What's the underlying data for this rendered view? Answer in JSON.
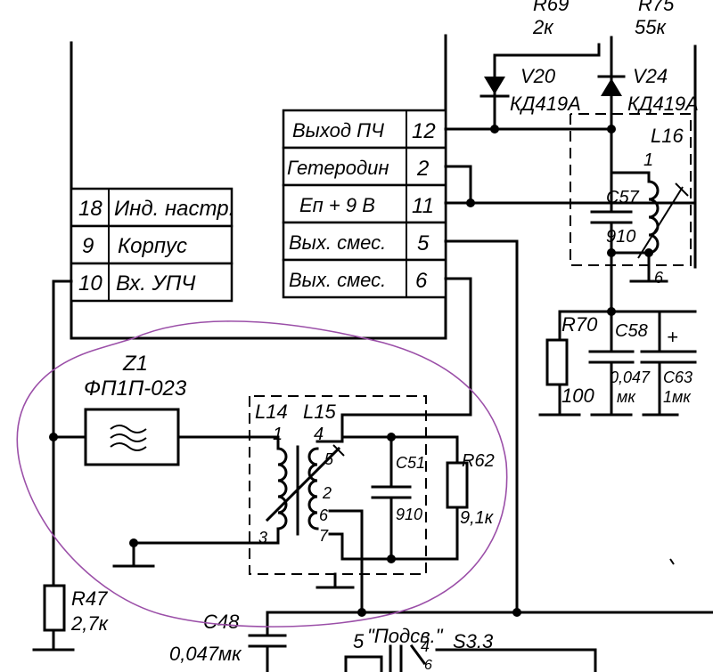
{
  "colors": {
    "ink": "#000000",
    "paper": "#ffffff",
    "annotation": "#9b4fa8"
  },
  "module_left": {
    "pins": [
      {
        "num": "18",
        "name": "Инд. настр."
      },
      {
        "num": "9",
        "name": "Корпус"
      },
      {
        "num": "10",
        "name": "Вх. УПЧ"
      }
    ]
  },
  "module_right": {
    "pins": [
      {
        "name": "Выход ПЧ",
        "num": "12"
      },
      {
        "name": "Гетеродин",
        "num": "2"
      },
      {
        "name": "Еп + 9 В",
        "num": "11"
      },
      {
        "name": "Вых. смес.",
        "num": "5"
      },
      {
        "name": "Вых. смес.",
        "num": "6"
      }
    ]
  },
  "components": {
    "r69": {
      "ref": "R69",
      "value": "2к"
    },
    "r75": {
      "ref": "R75",
      "value": "55к"
    },
    "v20": {
      "ref": "V20",
      "type": "КД419А"
    },
    "v24": {
      "ref": "V24",
      "type": "КД419А"
    },
    "l16": {
      "ref": "L16",
      "pin1": "1",
      "pin6": "6"
    },
    "c57": {
      "ref": "C57",
      "value": "910"
    },
    "r70": {
      "ref": "R70",
      "value": "100"
    },
    "c58": {
      "ref": "C58",
      "value1": "0,047",
      "value2": "мк"
    },
    "c63": {
      "ref": "C63",
      "value": "1мк",
      "polarity": "+"
    },
    "z1": {
      "ref": "Z1",
      "type": "ФП1П-023"
    },
    "l14": {
      "ref": "L14",
      "pin1": "1",
      "pin3": "3"
    },
    "l15": {
      "ref": "L15",
      "pin4": "4",
      "pin5": "5",
      "pin2": "2",
      "pin6": "6",
      "pin7": "7"
    },
    "c51": {
      "ref": "C51",
      "value": "910"
    },
    "r62": {
      "ref": "R62",
      "value": "9,1к"
    },
    "r47": {
      "ref": "R47",
      "value": "2,7к"
    },
    "c48": {
      "ref": "C48",
      "value": "0,047мк"
    },
    "s33": {
      "ref": "S3.3",
      "label": "\"Подсв.\"",
      "pin5": "5",
      "pin4": "4",
      "pin6": "6"
    }
  }
}
